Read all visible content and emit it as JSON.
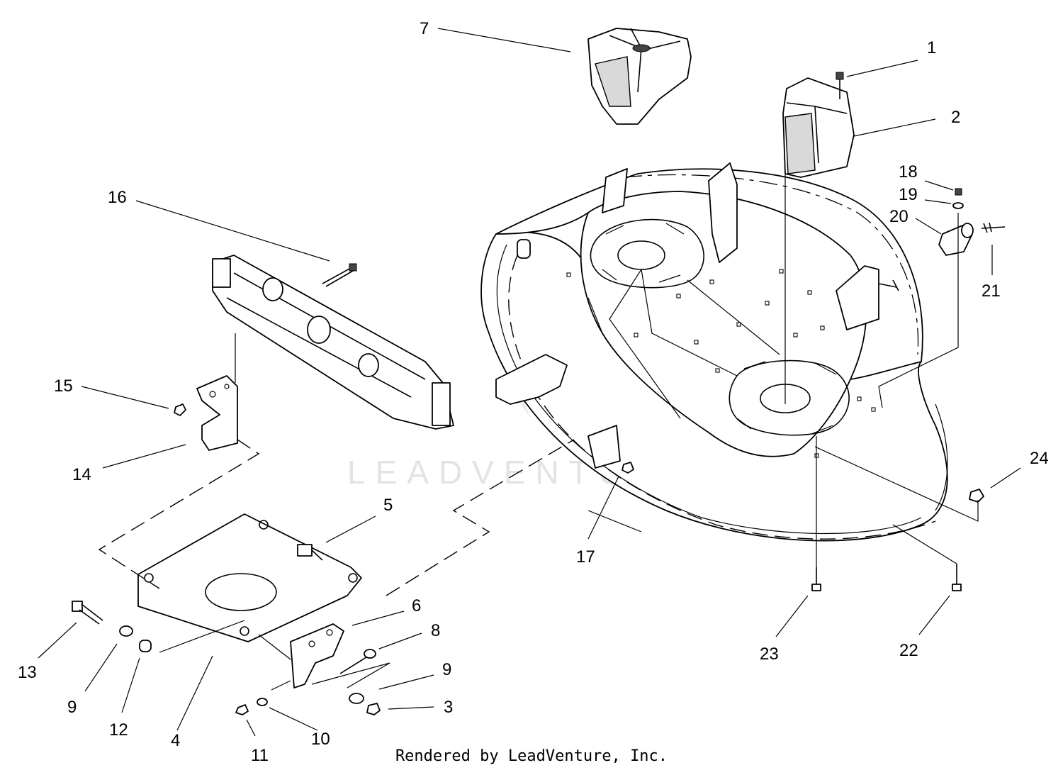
{
  "watermark": "LEADVENTURE",
  "credit": "Rendered by LeadVenture, Inc.",
  "callouts": {
    "c1": "1",
    "c2": "2",
    "c3": "3",
    "c4": "4",
    "c5": "5",
    "c6": "6",
    "c7": "7",
    "c8": "8",
    "c9a": "9",
    "c9b": "9",
    "c10": "10",
    "c11": "11",
    "c12": "12",
    "c13": "13",
    "c14": "14",
    "c15": "15",
    "c16": "16",
    "c17": "17",
    "c18": "18",
    "c19": "19",
    "c20": "20",
    "c21": "21",
    "c22": "22",
    "c23": "23",
    "c24": "24"
  }
}
